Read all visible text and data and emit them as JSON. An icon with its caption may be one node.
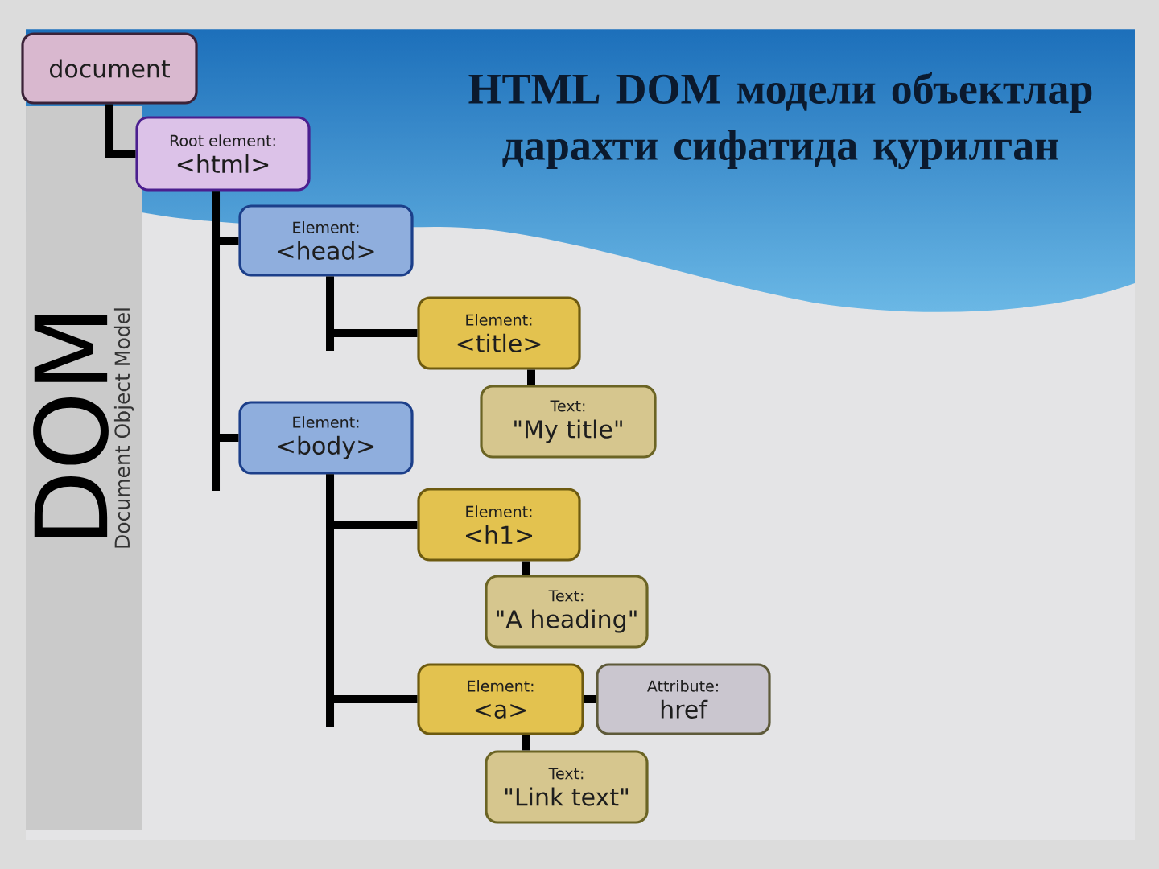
{
  "diagram": {
    "title": "HTML DOM модели объектлар дарахти сифатида қурилган",
    "nodes": [
      {
        "text": [
          "document"
        ]
      },
      {
        "text": [
          "Root element:",
          "<html>"
        ]
      },
      {
        "text": [
          "Element:",
          "<head>"
        ]
      },
      {
        "text": [
          "Element:",
          "<title>"
        ]
      },
      {
        "text": [
          "Text:",
          "\"My title\""
        ]
      },
      {
        "text": [
          "Element:",
          "<body>"
        ]
      },
      {
        "text": [
          "Element:",
          "<h1>"
        ]
      },
      {
        "text": [
          "Text:",
          "\"A heading\""
        ]
      },
      {
        "text": [
          "Element:",
          "<a>"
        ]
      },
      {
        "text": [
          "Attribute:",
          "href"
        ]
      },
      {
        "text": [
          "Text:",
          "\"Link text\""
        ]
      }
    ],
    "edges": [
      {
        "from": 0,
        "to": 1,
        "arrow": "none"
      },
      {
        "from": 1,
        "to": 2,
        "arrow": "none"
      },
      {
        "from": 2,
        "to": 3,
        "arrow": "none"
      },
      {
        "from": 3,
        "to": 4,
        "arrow": "none"
      },
      {
        "from": 1,
        "to": 5,
        "arrow": "none"
      },
      {
        "from": 5,
        "to": 6,
        "arrow": "none"
      },
      {
        "from": 6,
        "to": 7,
        "arrow": "none"
      },
      {
        "from": 5,
        "to": 8,
        "arrow": "none"
      },
      {
        "from": 8,
        "to": 9,
        "arrow": "none"
      },
      {
        "from": 8,
        "to": 10,
        "arrow": "none"
      }
    ],
    "labels": [
      "DOM",
      "Document Object Model"
    ]
  }
}
